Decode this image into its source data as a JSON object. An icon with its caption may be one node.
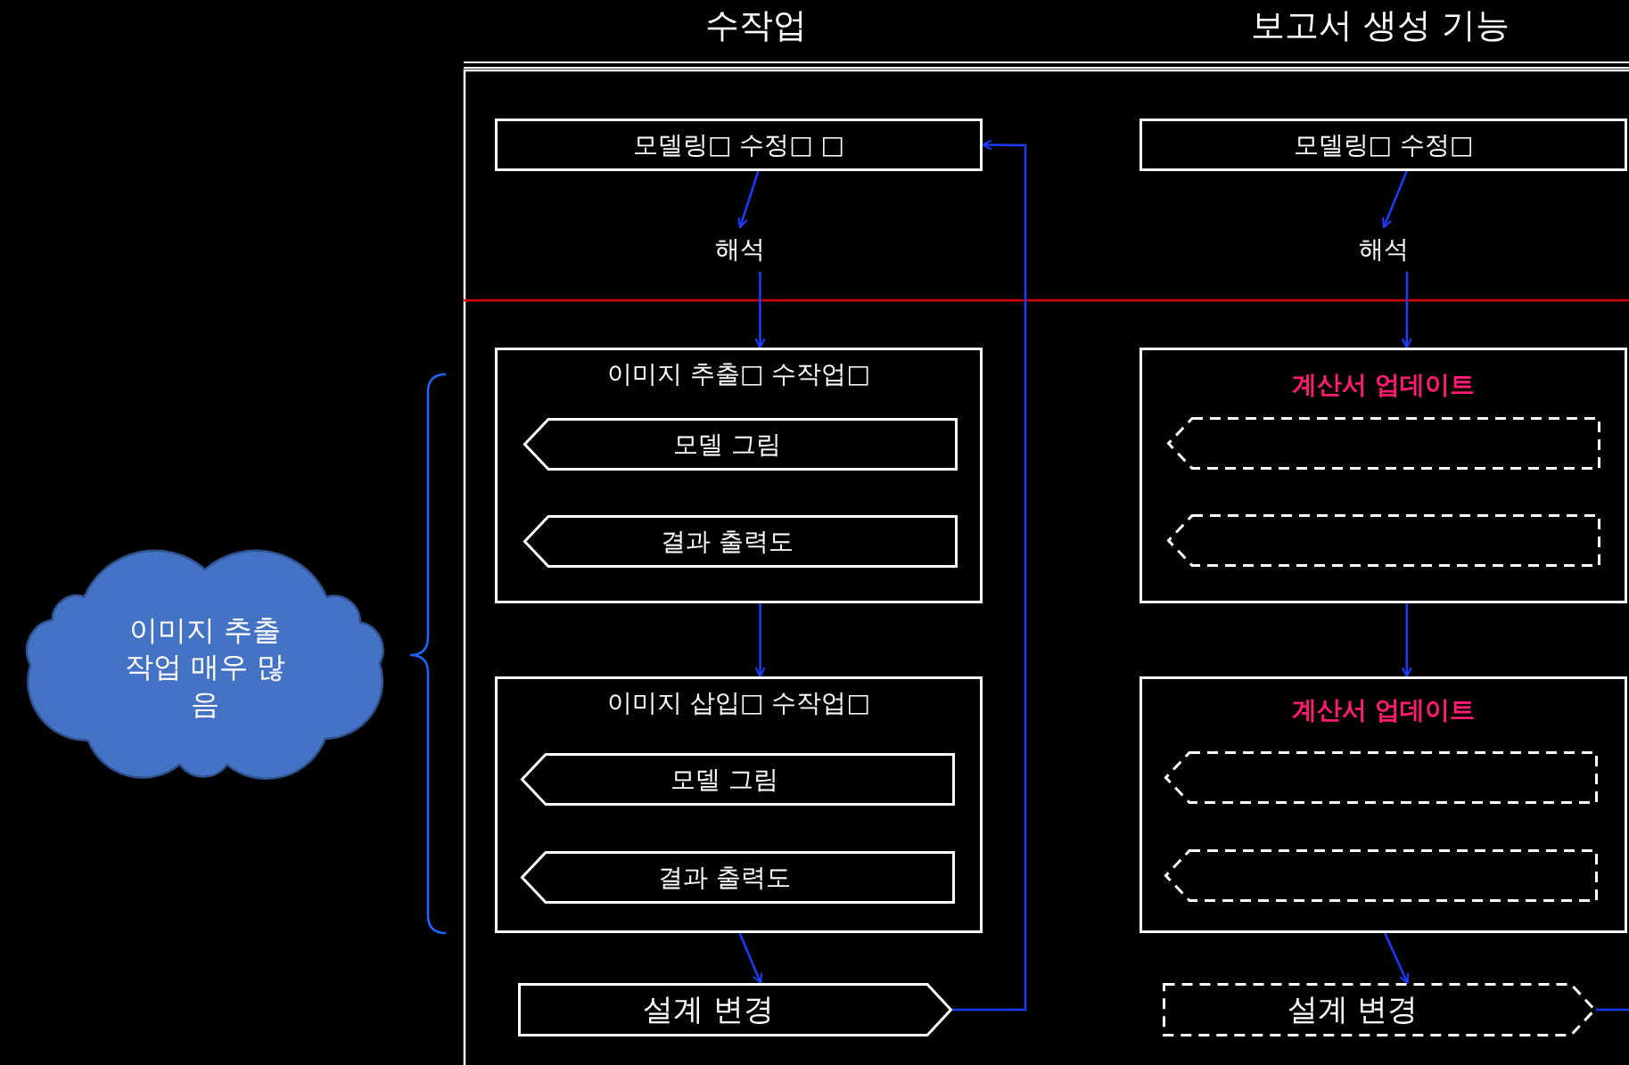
{
  "diagram": {
    "nodes": [
      {
        "text": [
          "모델링□ 수정□ □"
        ]
      },
      {
        "text": [
          "해석"
        ]
      },
      {
        "text": [
          "이미지 추출□ 수작업□"
        ]
      },
      {
        "text": [
          "모델 그림"
        ],
        "in": 2
      },
      {
        "text": [
          "결과 출력도"
        ],
        "in": 2
      },
      {
        "text": [
          "이미지 삽입□ 수작업□"
        ]
      },
      {
        "text": [
          "모델 그림"
        ],
        "in": 5
      },
      {
        "text": [
          "결과 출력도"
        ],
        "in": 5
      },
      {
        "text": [
          "설계 변경"
        ]
      },
      {
        "text": [
          "모델링□ 수정□"
        ]
      },
      {
        "text": [
          "해석"
        ]
      },
      {
        "text": [
          "계산서 업데이트"
        ]
      },
      {
        "text": [],
        "shape": "pentagon",
        "in": 11
      },
      {
        "text": [],
        "shape": "pentagon",
        "in": 11
      },
      {
        "text": [
          "계산서 업데이트"
        ]
      },
      {
        "text": [],
        "shape": "pentagon",
        "in": 14
      },
      {
        "text": [],
        "shape": "pentagon",
        "in": 14
      },
      {
        "text": [
          "설계 변경"
        ]
      },
      {
        "text": [
          "이미지 추출 작업 매우 많음"
        ]
      }
    ],
    "edges": [
      {
        "from": 0,
        "to": 1,
        "arrow": "to"
      },
      {
        "from": 1,
        "to": 2,
        "arrow": "to"
      },
      {
        "from": 2,
        "to": 5,
        "arrow": "to"
      },
      {
        "from": 5,
        "to": 8,
        "arrow": "to"
      },
      {
        "from": 8,
        "to": 0,
        "arrow": "to"
      },
      {
        "from": 9,
        "to": 10,
        "arrow": "to"
      },
      {
        "from": 10,
        "to": 11,
        "arrow": "to"
      },
      {
        "from": 11,
        "to": 14,
        "arrow": "to"
      },
      {
        "from": 14,
        "to": 17,
        "arrow": "to"
      },
      {
        "from": 17,
        "to": null,
        "arrow": "none"
      }
    ],
    "labels": [
      "수작업",
      "보고서 생성 기능"
    ]
  }
}
